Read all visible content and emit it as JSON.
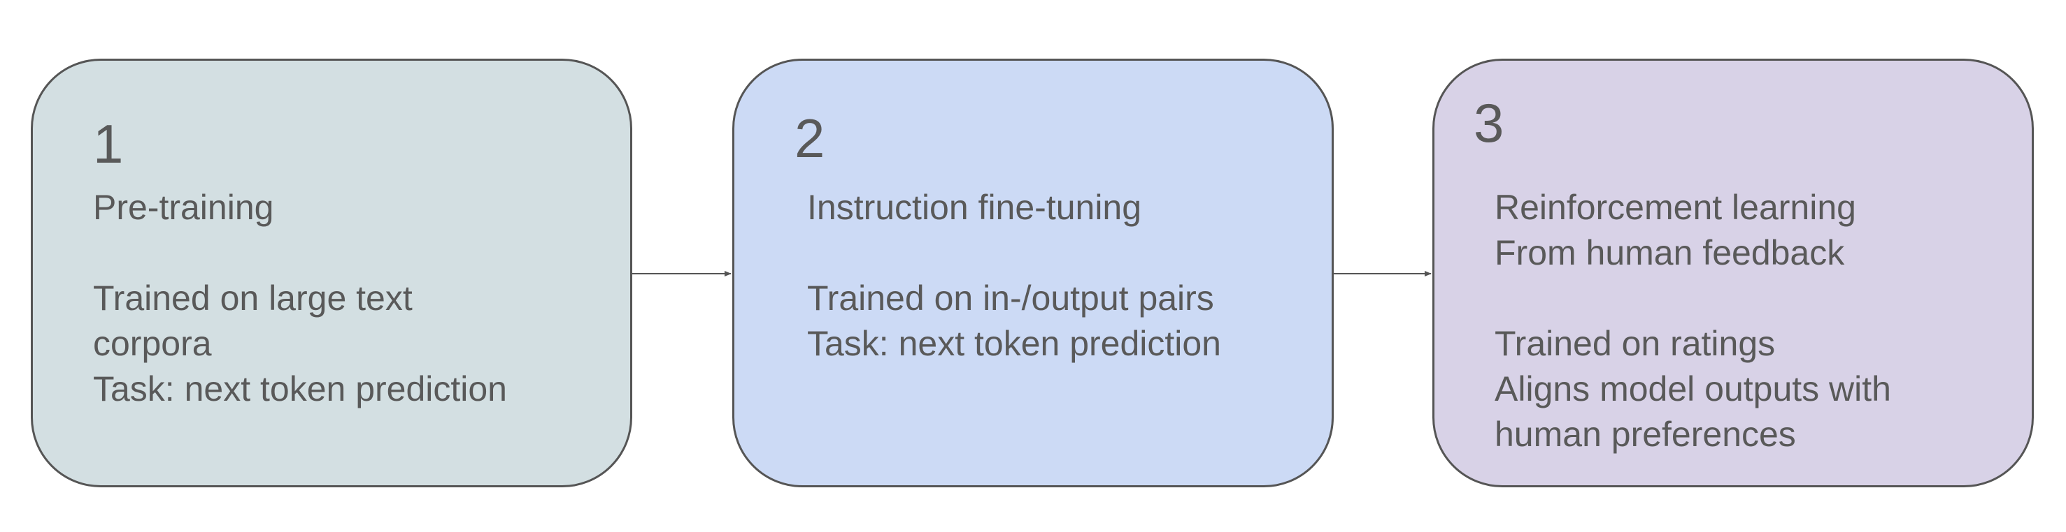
{
  "steps": [
    {
      "number": "1",
      "title_lines": [
        "Pre-training"
      ],
      "description_lines": [
        "Trained on large text",
        "corpora",
        "Task: next token prediction"
      ],
      "fill": "#d3dfe2"
    },
    {
      "number": "2",
      "title_lines": [
        "Instruction fine-tuning"
      ],
      "description_lines": [
        "Trained on in-/output pairs",
        "Task: next token prediction"
      ],
      "fill": "#ccdaf5"
    },
    {
      "number": "3",
      "title_lines": [
        "Reinforcement learning",
        "From human feedback"
      ],
      "description_lines": [
        "Trained on ratings",
        "Aligns model outputs with",
        "human preferences"
      ],
      "fill": "#d8d2e7"
    }
  ],
  "colors": {
    "border": "#555555",
    "text": "#595959",
    "arrow": "#555555"
  }
}
